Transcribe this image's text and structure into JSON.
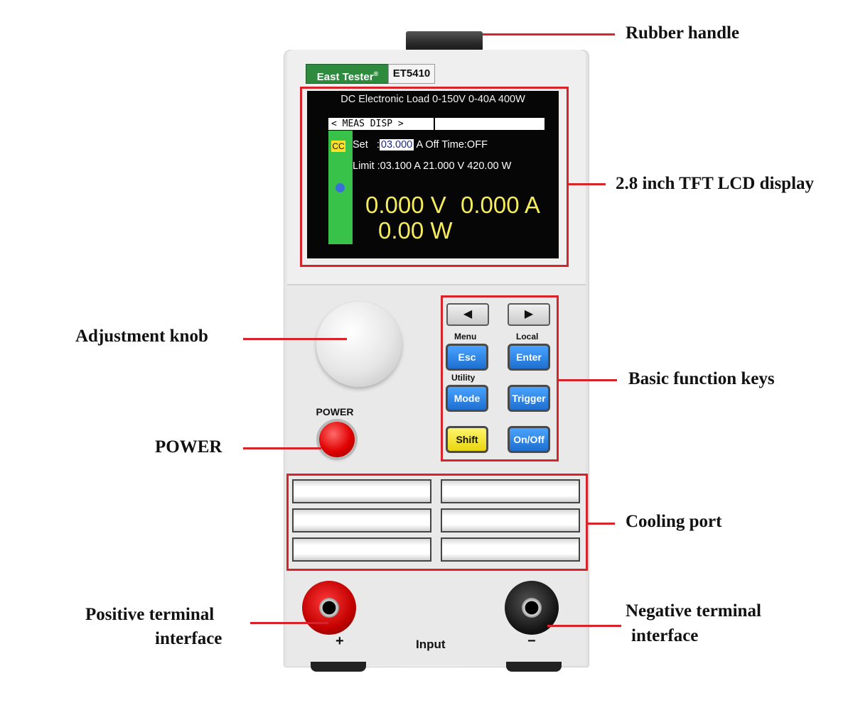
{
  "device": {
    "brand": "East Tester",
    "brand_mark": "®",
    "model": "ET5410"
  },
  "lcd": {
    "title": "DC Electronic Load 0-150V 0-40A 400W",
    "tabs": "< MEAS  DISP >",
    "mode": "CC",
    "set_label": "Set",
    "set_value": "03.000",
    "set_rest": "A Off  Time:OFF",
    "limit_label": "Limit",
    "limit_value": ":03.100 A 21.000 V 420.00 W",
    "voltage": "0.000 V",
    "current": "0.000 A",
    "power": "0.00 W"
  },
  "keys": {
    "left_arrow": "◀",
    "right_arrow": "▶",
    "menu_label": "Menu",
    "local_label": "Local",
    "esc": "Esc",
    "enter": "Enter",
    "utility_label": "Utility",
    "mode": "Mode",
    "trigger": "Trigger",
    "shift": "Shift",
    "onoff": "On/Off"
  },
  "panel": {
    "power_label": "POWER",
    "input_label": "Input",
    "positive_mark": "+",
    "negative_mark": "−"
  },
  "callouts": {
    "rubber_handle": "Rubber handle",
    "lcd_display": "2.8 inch TFT LCD display",
    "adjustment_knob": "Adjustment knob",
    "function_keys": "Basic function keys",
    "power": "POWER",
    "cooling_port": "Cooling port",
    "positive_line1": "Positive terminal",
    "positive_line2": "interface",
    "negative_line1": "Negative terminal",
    "negative_line2": "interface"
  },
  "colors": {
    "callout_red": "#d8232a",
    "brand_green": "#2e8b3e",
    "lcd_yellow": "#f4ec5a",
    "key_blue": "#1e6fd0",
    "shift_yellow": "#e9d610"
  }
}
